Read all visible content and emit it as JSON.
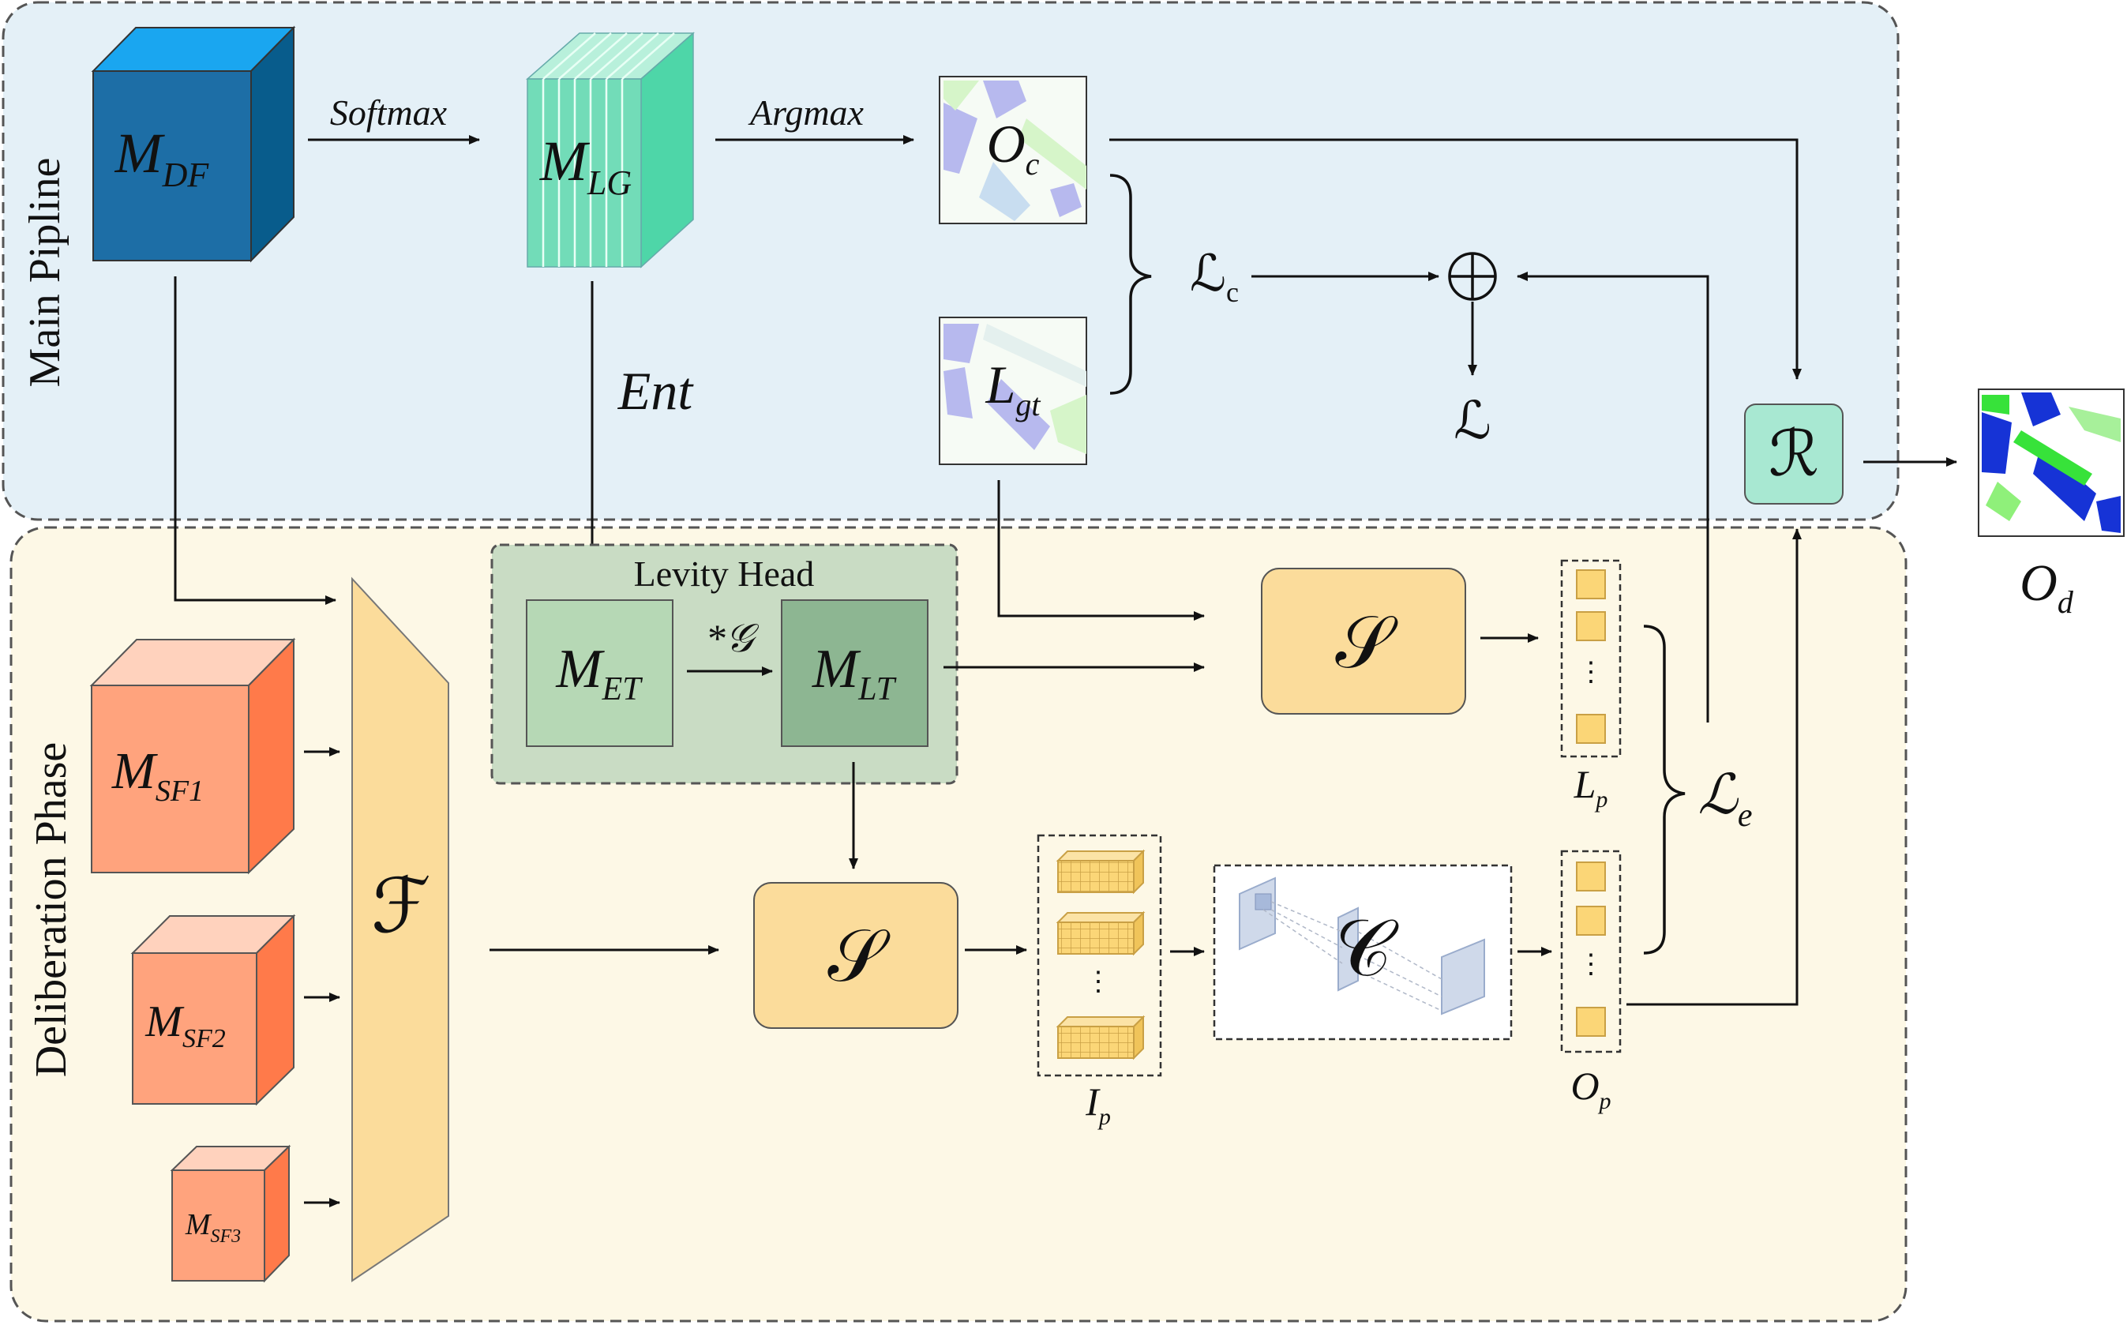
{
  "phases": {
    "main": "Main Pipline",
    "deliberation": "Deliberation Phase"
  },
  "head": {
    "title": "Levity Head"
  },
  "modules": {
    "mdf": {
      "main": "M",
      "sub": "DF"
    },
    "mlg": {
      "main": "M",
      "sub": "LG"
    },
    "met": {
      "main": "M",
      "sub": "ET"
    },
    "mlt": {
      "main": "M",
      "sub": "LT"
    },
    "msf1": {
      "main": "M",
      "sub": "SF1"
    },
    "msf2": {
      "main": "M",
      "sub": "SF2"
    },
    "msf3": {
      "main": "M",
      "sub": "SF3"
    }
  },
  "images": {
    "oc": {
      "main": "O",
      "sub": "c"
    },
    "lgt": {
      "main": "L",
      "sub": "gt"
    },
    "od": {
      "main": "O",
      "sub": "d"
    }
  },
  "ops": {
    "softmax": "Softmax",
    "argmax": "Argmax",
    "ent": "Ent",
    "g": "*𝒢",
    "fusion": "ℱ",
    "s": "𝒮",
    "c": "𝒞",
    "r": "ℛ",
    "oplus": "⊕"
  },
  "losses": {
    "lc": {
      "main": "ℒ",
      "sub": "c"
    },
    "l": "ℒ",
    "le": {
      "main": "ℒ",
      "sub": "e"
    }
  },
  "stacks": {
    "lp": {
      "main": "L",
      "sub": "p"
    },
    "op": {
      "main": "O",
      "sub": "p"
    },
    "ip": {
      "main": "I",
      "sub": "p"
    },
    "dots": "⋮"
  },
  "colors": {
    "main_bg": "#e4f0f7",
    "delib_bg": "#fdf8e6",
    "head_bg": "#c9dcc4",
    "mdf": "#1d6ea6",
    "mlg": "#72dcb8",
    "msf": "#ffa37d",
    "s_box": "#fbdc9b",
    "fusion": "#fbdc9b",
    "r_box": "#a8e8d2"
  }
}
